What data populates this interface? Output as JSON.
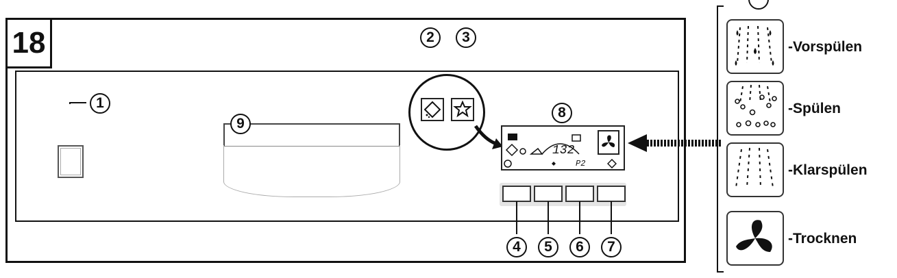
{
  "step_number": "18",
  "callouts": {
    "c1": "1",
    "c2": "2",
    "c3": "3",
    "c4": "4",
    "c5": "5",
    "c6": "6",
    "c7": "7",
    "c8": "8",
    "c9": "9"
  },
  "display": {
    "readout": "132",
    "program": "P2"
  },
  "legend": [
    {
      "label": "-Vorspülen",
      "icon": "prerinse-spray-drops-icon"
    },
    {
      "label": "-Spülen",
      "icon": "wash-bubbles-icon"
    },
    {
      "label": "-Klarspülen",
      "icon": "rinse-spray-icon"
    },
    {
      "label": "-Trocknen",
      "icon": "drying-fan-icon"
    }
  ],
  "colors": {
    "line": "#111111",
    "panel": "#e4e4e4"
  }
}
